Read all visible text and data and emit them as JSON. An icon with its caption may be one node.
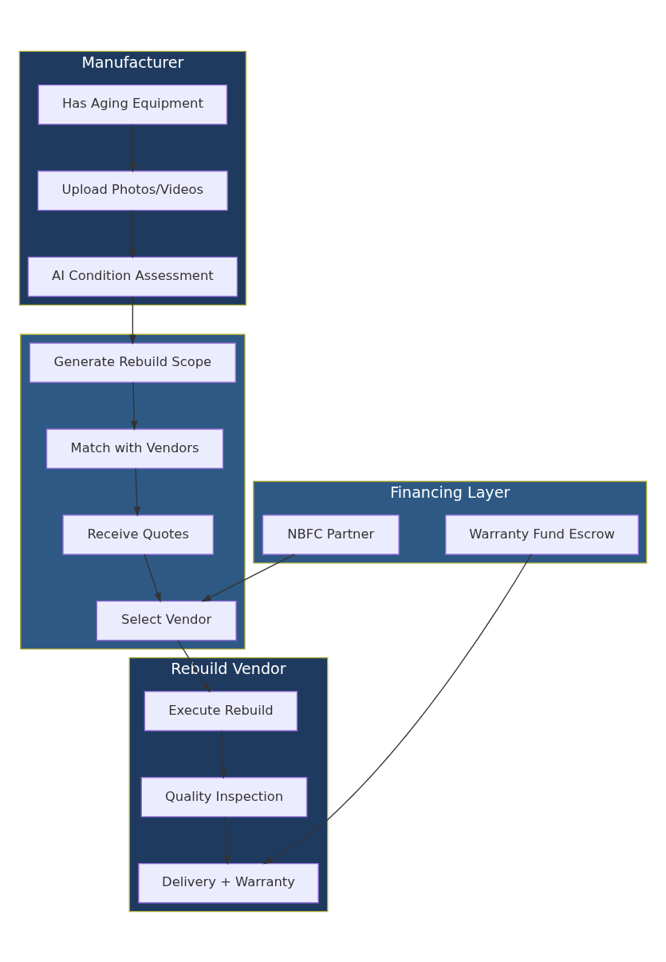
{
  "diagram": {
    "nodes": [
      {
        "text": [
          "Manufacturer"
        ]
      },
      {
        "text": [
          "Has Aging Equipment"
        ],
        "in": 0
      },
      {
        "text": [
          "Upload Photos/Videos"
        ],
        "in": 0
      },
      {
        "text": [
          "AI Condition Assessment"
        ],
        "in": 0
      },
      {
        "text": [],
        "shape": "box"
      },
      {
        "text": [
          "Generate Rebuild Scope"
        ],
        "in": 4
      },
      {
        "text": [
          "Match with Vendors"
        ],
        "in": 4
      },
      {
        "text": [
          "Receive Quotes"
        ],
        "in": 4
      },
      {
        "text": [
          "Select Vendor"
        ],
        "in": 4
      },
      {
        "text": [
          "Financing Layer"
        ]
      },
      {
        "text": [
          "NBFC Partner"
        ],
        "in": 9
      },
      {
        "text": [
          "Warranty Fund Escrow"
        ],
        "in": 9
      },
      {
        "text": [
          "Rebuild Vendor"
        ]
      },
      {
        "text": [
          "Execute Rebuild"
        ],
        "in": 12
      },
      {
        "text": [
          "Quality Inspection"
        ],
        "in": 12
      },
      {
        "text": [
          "Delivery + Warranty"
        ],
        "in": 12
      }
    ],
    "edges": [
      {
        "from": 1,
        "to": 2,
        "arrow": "to"
      },
      {
        "from": 2,
        "to": 3,
        "arrow": "to"
      },
      {
        "from": 3,
        "to": 5,
        "arrow": "to"
      },
      {
        "from": 5,
        "to": 6,
        "arrow": "to"
      },
      {
        "from": 6,
        "to": 7,
        "arrow": "to"
      },
      {
        "from": 7,
        "to": 8,
        "arrow": "to"
      },
      {
        "from": 10,
        "to": 8,
        "arrow": "to"
      },
      {
        "from": 8,
        "to": 13,
        "arrow": "to"
      },
      {
        "from": 13,
        "to": 14,
        "arrow": "to"
      },
      {
        "from": 14,
        "to": 15,
        "arrow": "to"
      },
      {
        "from": 11,
        "to": 15,
        "arrow": "to"
      }
    ]
  }
}
